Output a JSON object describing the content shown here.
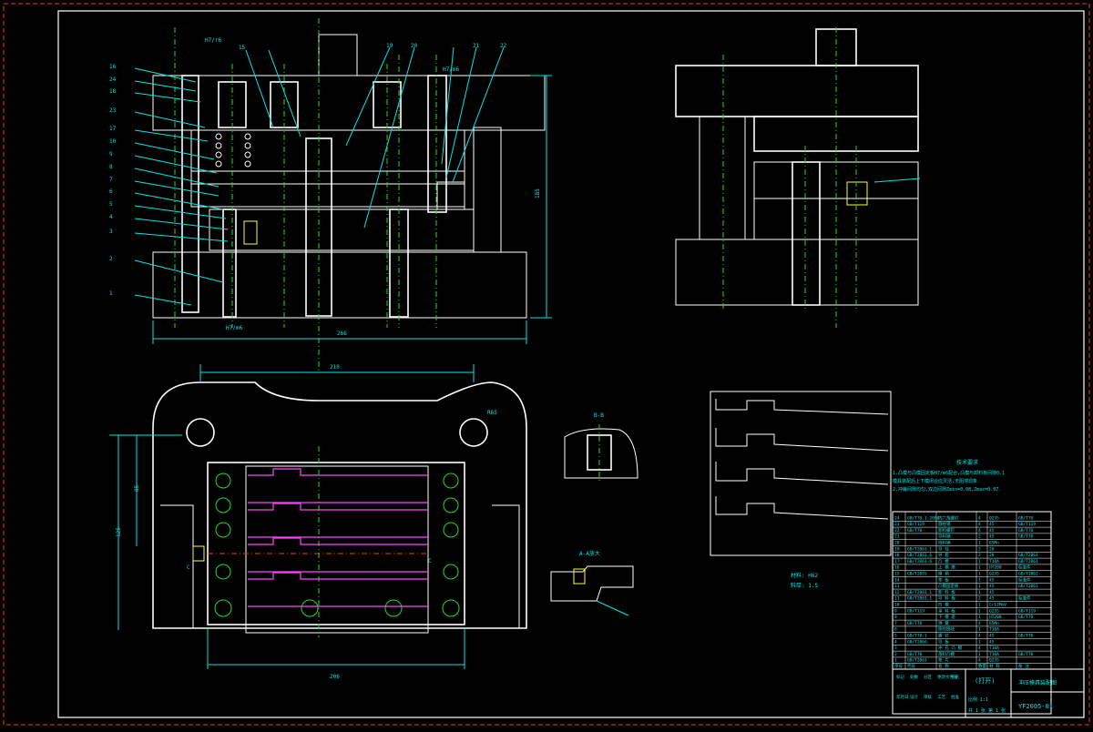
{
  "drawing": {
    "title_block_name": "(打开)",
    "title_block_caption": "冲压模具装配图",
    "drawing_number": "YF2005-01",
    "dims": {
      "total_width": "266",
      "upper_width": "210",
      "lower_width": "206",
      "height": "185",
      "side_a": "85",
      "side_b": "125",
      "fit_top": "H7/r6",
      "fit_guide": "H7/m6",
      "fit_small": "H7/m6",
      "radius": "R65"
    },
    "part_callouts": [
      "16",
      "24",
      "18",
      "23",
      "17",
      "10",
      "9",
      "8",
      "7",
      "6",
      "5",
      "4",
      "3",
      "2",
      "1"
    ],
    "top_callouts": [
      "15",
      "19",
      "20",
      "21",
      "22"
    ],
    "section_labels": {
      "section_bb": "B-B",
      "section_aa": "A-A放大",
      "marker_c1": "C",
      "marker_c2": "C"
    },
    "material_note_1": "材料: H62",
    "material_note_2": "料厚: 1.5",
    "tech_req_title": "技术要求",
    "tech_req_lines": [
      "1.凸模与凸模固定板H7/m6配合,凸模与卸料板间隙0.1",
      "  模具装配后上下模闭合应灵活,无阻滞现象.",
      "2.冲裁间隙均匀,双边间隙Zmin=0.08,Zmax=0.07."
    ],
    "bom_header": [
      "序号",
      "代号",
      "名 称",
      "数量",
      "材 料",
      "备 注"
    ],
    "bom_rows": [
      [
        "24",
        "GB/T70.1-2000",
        "内六角螺钉",
        "4",
        "Q235",
        "GB/T70"
      ],
      [
        "23",
        "GB/T119",
        "圆柱销",
        "4",
        "45",
        "GB/T119"
      ],
      [
        "22",
        "GB/T70",
        "卸料螺钉",
        "4",
        "45",
        "GB/T70"
      ],
      [
        "21",
        "",
        "导料销",
        "2",
        "45",
        "GB/T70"
      ],
      [
        "20",
        "",
        "挡料销",
        "1",
        "65Mn",
        ""
      ],
      [
        "19",
        "GB/T2861.1",
        "导 柱",
        "2",
        "20",
        ""
      ],
      [
        "18",
        "GB/T2861.6",
        "导 套",
        "2",
        "20",
        "GB/T2861"
      ],
      [
        "17",
        "GB/T2861.6",
        "凸 模",
        "1",
        "T10A",
        "GB/T2861"
      ],
      [
        "16",
        "",
        "上 模 座",
        "1",
        "HT200",
        "标准件"
      ],
      [
        "15",
        "GB/T2855",
        "模 柄",
        "1",
        "Q235",
        "GB/T2862"
      ],
      [
        "14",
        "",
        "垫 板",
        "1",
        "45",
        "标准件"
      ],
      [
        "13",
        "",
        "凸模固定板",
        "1",
        "45",
        "GB/T2861"
      ],
      [
        "12",
        "GB/T2861.1",
        "卸 料 板",
        "1",
        "45",
        ""
      ],
      [
        "11",
        "GB/T2861.1",
        "导 料 板",
        "2",
        "45",
        "标准件"
      ],
      [
        "10",
        "",
        "凹 模",
        "1",
        "Cr12MoV",
        ""
      ],
      [
        "9",
        "GB/T119",
        "承 料 板",
        "1",
        "Q235",
        "GB/T119"
      ],
      [
        "8",
        "",
        "下 模 座",
        "1",
        "HT200",
        "GB/T70"
      ],
      [
        "7",
        "GB/T70",
        "弹 簧",
        "4",
        "65Mn",
        ""
      ],
      [
        "6",
        "",
        "侧刃挡块",
        "1",
        "T10A",
        ""
      ],
      [
        "5",
        "GB/T70.1",
        "螺 钉",
        "4",
        "45",
        "GB/T70"
      ],
      [
        "4",
        "GB/T2866",
        "导 板",
        "1",
        "45",
        ""
      ],
      [
        "3",
        "",
        "冲 孔 凸 模",
        "4",
        "T10A",
        ""
      ],
      [
        "2",
        "GB/T70",
        "落料凸模",
        "1",
        "T10A",
        "GB/T70"
      ],
      [
        "1",
        "GB/T2861",
        "垫 片",
        "4",
        "Q235",
        ""
      ]
    ],
    "title_rows": [
      "标记",
      "处数",
      "分区",
      "更改文件号",
      "签名",
      "年月日",
      "设计",
      "审核",
      "工艺",
      "批准"
    ],
    "scale_label": "比例 1:1",
    "sheet_label": "共 1 张 第 1 张"
  }
}
